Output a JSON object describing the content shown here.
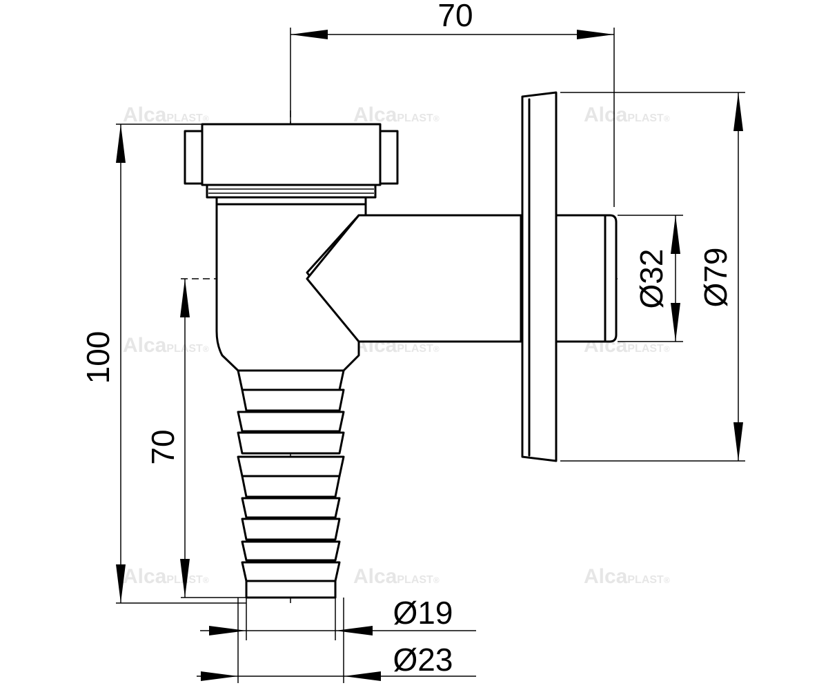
{
  "watermark": {
    "brand": "Alca",
    "suffix": "PLAST",
    "mark": "®"
  },
  "dimensions": {
    "top_width": "70",
    "total_height": "100",
    "outlet_height": "70",
    "pipe_diameter": "Ø32",
    "flange_diameter": "Ø79",
    "hose_inner_diameter": "Ø19",
    "hose_outer_diameter": "Ø23"
  }
}
